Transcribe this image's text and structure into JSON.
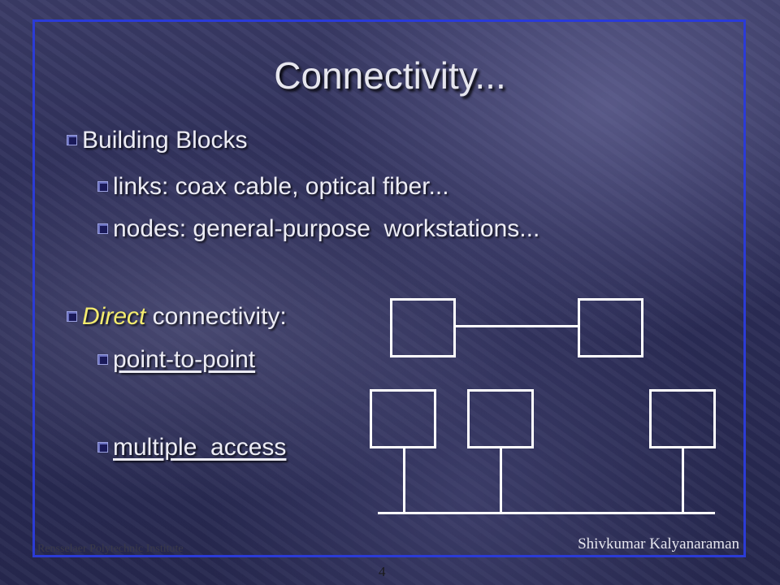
{
  "slide": {
    "title": "Connectivity...",
    "bullets": [
      {
        "text": "Building Blocks"
      },
      {
        "text": "links: coax cable, optical fiber..."
      },
      {
        "text": "nodes: general-purpose  workstations..."
      },
      {
        "emph": "Direct",
        "text": " connectivity:"
      },
      {
        "text": "point-to-point"
      },
      {
        "text": "multiple  access"
      }
    ],
    "footer_left": "Rensselaer Polytechnic Institute",
    "footer_right": "Shivkumar Kalyanaraman",
    "page_number": "4"
  },
  "colors": {
    "frame": "#2b3bd6",
    "emphasis": "#f4ec6e",
    "text": "#ececf4"
  }
}
